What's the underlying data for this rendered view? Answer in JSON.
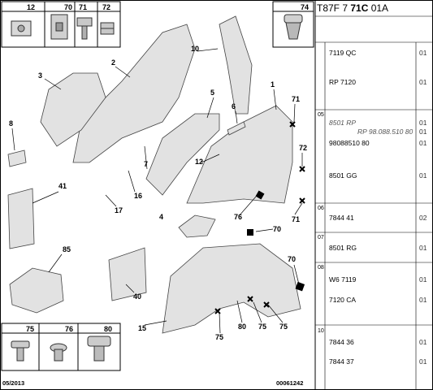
{
  "title_parts": [
    "T87F 7 ",
    "71C",
    " 01A"
  ],
  "boxes": [
    {
      "label": "12"
    },
    {
      "label": "70"
    },
    {
      "label": "71"
    },
    {
      "label": "72"
    },
    {
      "label": "74"
    },
    {
      "label": "75"
    },
    {
      "label": "76"
    },
    {
      "label": "80"
    }
  ],
  "callouts": [
    "1",
    "2",
    "3",
    "4",
    "5",
    "6",
    "7",
    "8",
    "10",
    "12",
    "15",
    "16",
    "17",
    "40",
    "41",
    "70",
    "70",
    "71",
    "71",
    "72",
    "75",
    "75",
    "75",
    "76",
    "80",
    "85"
  ],
  "groups": [
    {
      "num": "",
      "rows": [
        {
          "code": "7119 QC",
          "qty": "01"
        },
        {
          "code": "RP 7120",
          "qty": "01"
        }
      ]
    },
    {
      "num": "05",
      "rows": [
        {
          "code": "8501 RP",
          "qty": "01",
          "italic": true
        },
        {
          "code": "RP 98.088.510 80",
          "qty": "01",
          "italic": true
        },
        {
          "code": "98088510 80",
          "qty": "01"
        },
        {
          "code": "8501 GG",
          "qty": "01"
        }
      ]
    },
    {
      "num": "06",
      "rows": [
        {
          "code": "7844 41",
          "qty": "02"
        }
      ]
    },
    {
      "num": "07",
      "rows": [
        {
          "code": "8501 RG",
          "qty": "01"
        }
      ]
    },
    {
      "num": "08",
      "rows": [
        {
          "code": "W6 7119",
          "qty": "01"
        },
        {
          "code": "7120 CA",
          "qty": "01"
        }
      ]
    },
    {
      "num": "10",
      "rows": [
        {
          "code": "7844 36",
          "qty": "01"
        },
        {
          "code": "7844 37",
          "qty": "01"
        }
      ]
    }
  ],
  "footer_left": "05/2013",
  "footer_right": "00061242"
}
